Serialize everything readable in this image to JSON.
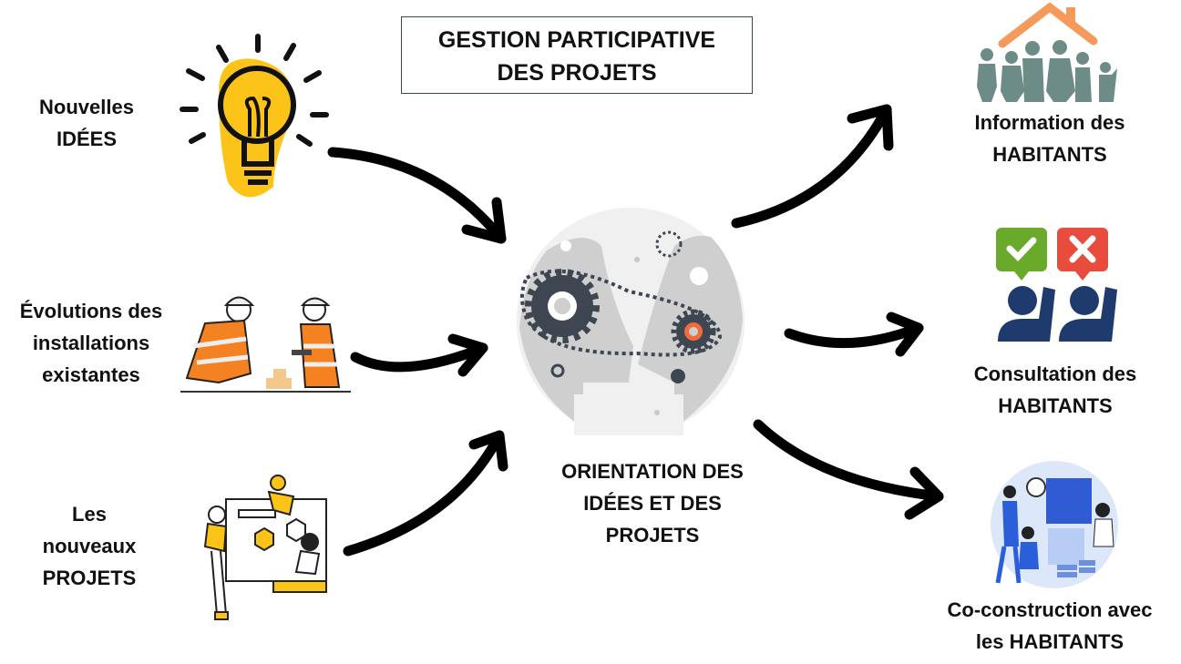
{
  "title": {
    "line1": "GESTION PARTICIPATIVE",
    "line2": "DES PROJETS"
  },
  "inputs": [
    {
      "lines": [
        "Nouvelles",
        "IDÉES"
      ],
      "icon": "lightbulb-icon"
    },
    {
      "lines": [
        "Évolutions des",
        "installations",
        "existantes"
      ],
      "icon": "workers-icon"
    },
    {
      "lines": [
        "Les",
        "nouveaux",
        "PROJETS"
      ],
      "icon": "team-project-icon"
    }
  ],
  "center": {
    "lines": [
      "ORIENTATION DES",
      "IDÉES ET DES",
      "PROJETS"
    ],
    "icon": "gears-head-icon"
  },
  "outputs": [
    {
      "lines": [
        "Information des",
        "HABITANTS"
      ],
      "icon": "family-house-icon"
    },
    {
      "lines": [
        "Consultation des",
        "HABITANTS"
      ],
      "icon": "vote-icon"
    },
    {
      "lines": [
        "Co-construction avec",
        "les HABITANTS"
      ],
      "icon": "puzzle-team-icon"
    }
  ],
  "colors": {
    "bulb": "#fcc419",
    "gear": "#3d4651",
    "accent": "#f26b3a",
    "family": "#6e8c87",
    "roof": "#f59a5a",
    "check": "#6aaa2a",
    "cross": "#e84c3d",
    "navy": "#1f3a6d"
  }
}
